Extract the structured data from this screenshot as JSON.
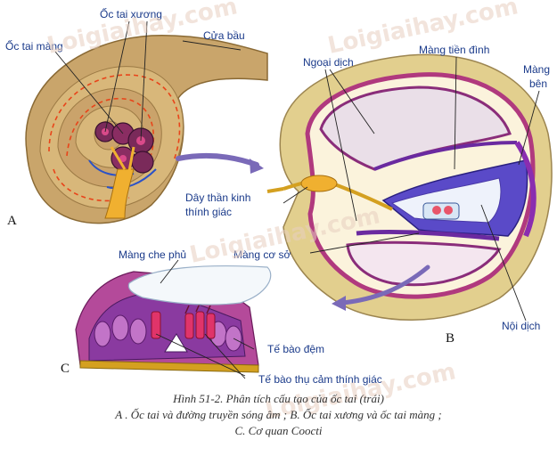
{
  "labels": {
    "oc_tai_xuong": "Ốc tai xương",
    "cua_bau": "Cửa bầu",
    "oc_tai_mang": "Ốc tai màng",
    "ngoai_dich": "Ngoại dịch",
    "mang_tien_dinh": "Màng tiền đình",
    "mang_ben_1": "Màng",
    "mang_ben_2": "bên",
    "day_than_kinh_1": "Dây thần kinh",
    "day_than_kinh_2": "thính giác",
    "mang_co_so": "Màng cơ sở",
    "mang_che_phu": "Màng che phủ",
    "te_bao_dem": "Tế bào đệm",
    "noi_dich": "Nội dịch",
    "te_bao_thu_cam": "Tế bào thụ cảm thính giác"
  },
  "panels": {
    "a": "A",
    "b": "B",
    "c": "C"
  },
  "watermark": "Loigiaihay.com",
  "caption": {
    "line1": "Hình 51-2. Phân tích cấu tạo của ốc tai (trái)",
    "line2": "A . Ốc tai và đường truyền sóng âm ; B. Ốc tai xương và ốc tai màng ;",
    "line3": "C. Cơ quan Coocti"
  }
}
